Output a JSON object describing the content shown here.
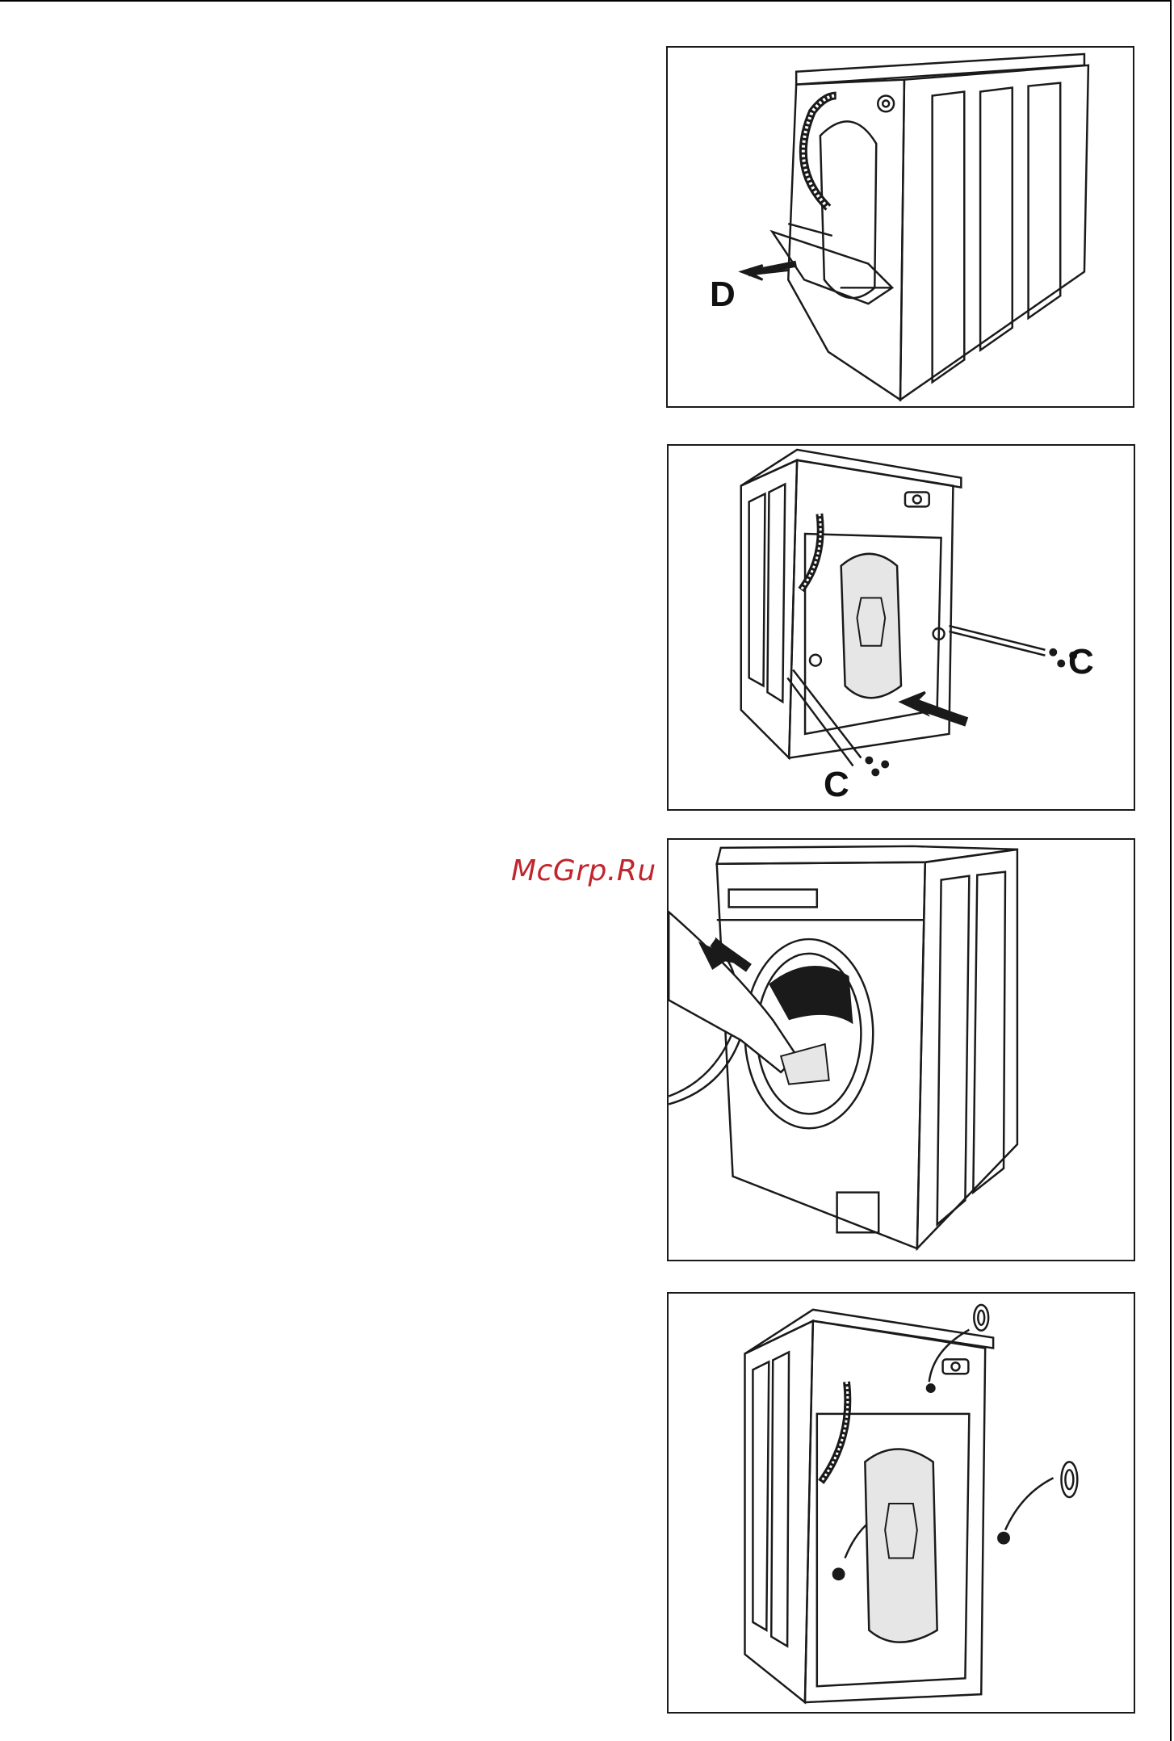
{
  "watermark": {
    "text": "McGrp.Ru"
  },
  "figures": {
    "fig1": {
      "callout": "D"
    },
    "fig2": {
      "callout_right": "C",
      "callout_bottom": "C"
    },
    "fig3": {},
    "fig4": {}
  },
  "colors": {
    "line": "#1a1a1a",
    "fill_gray": "#e6e6e6",
    "watermark": "#c0262d"
  }
}
